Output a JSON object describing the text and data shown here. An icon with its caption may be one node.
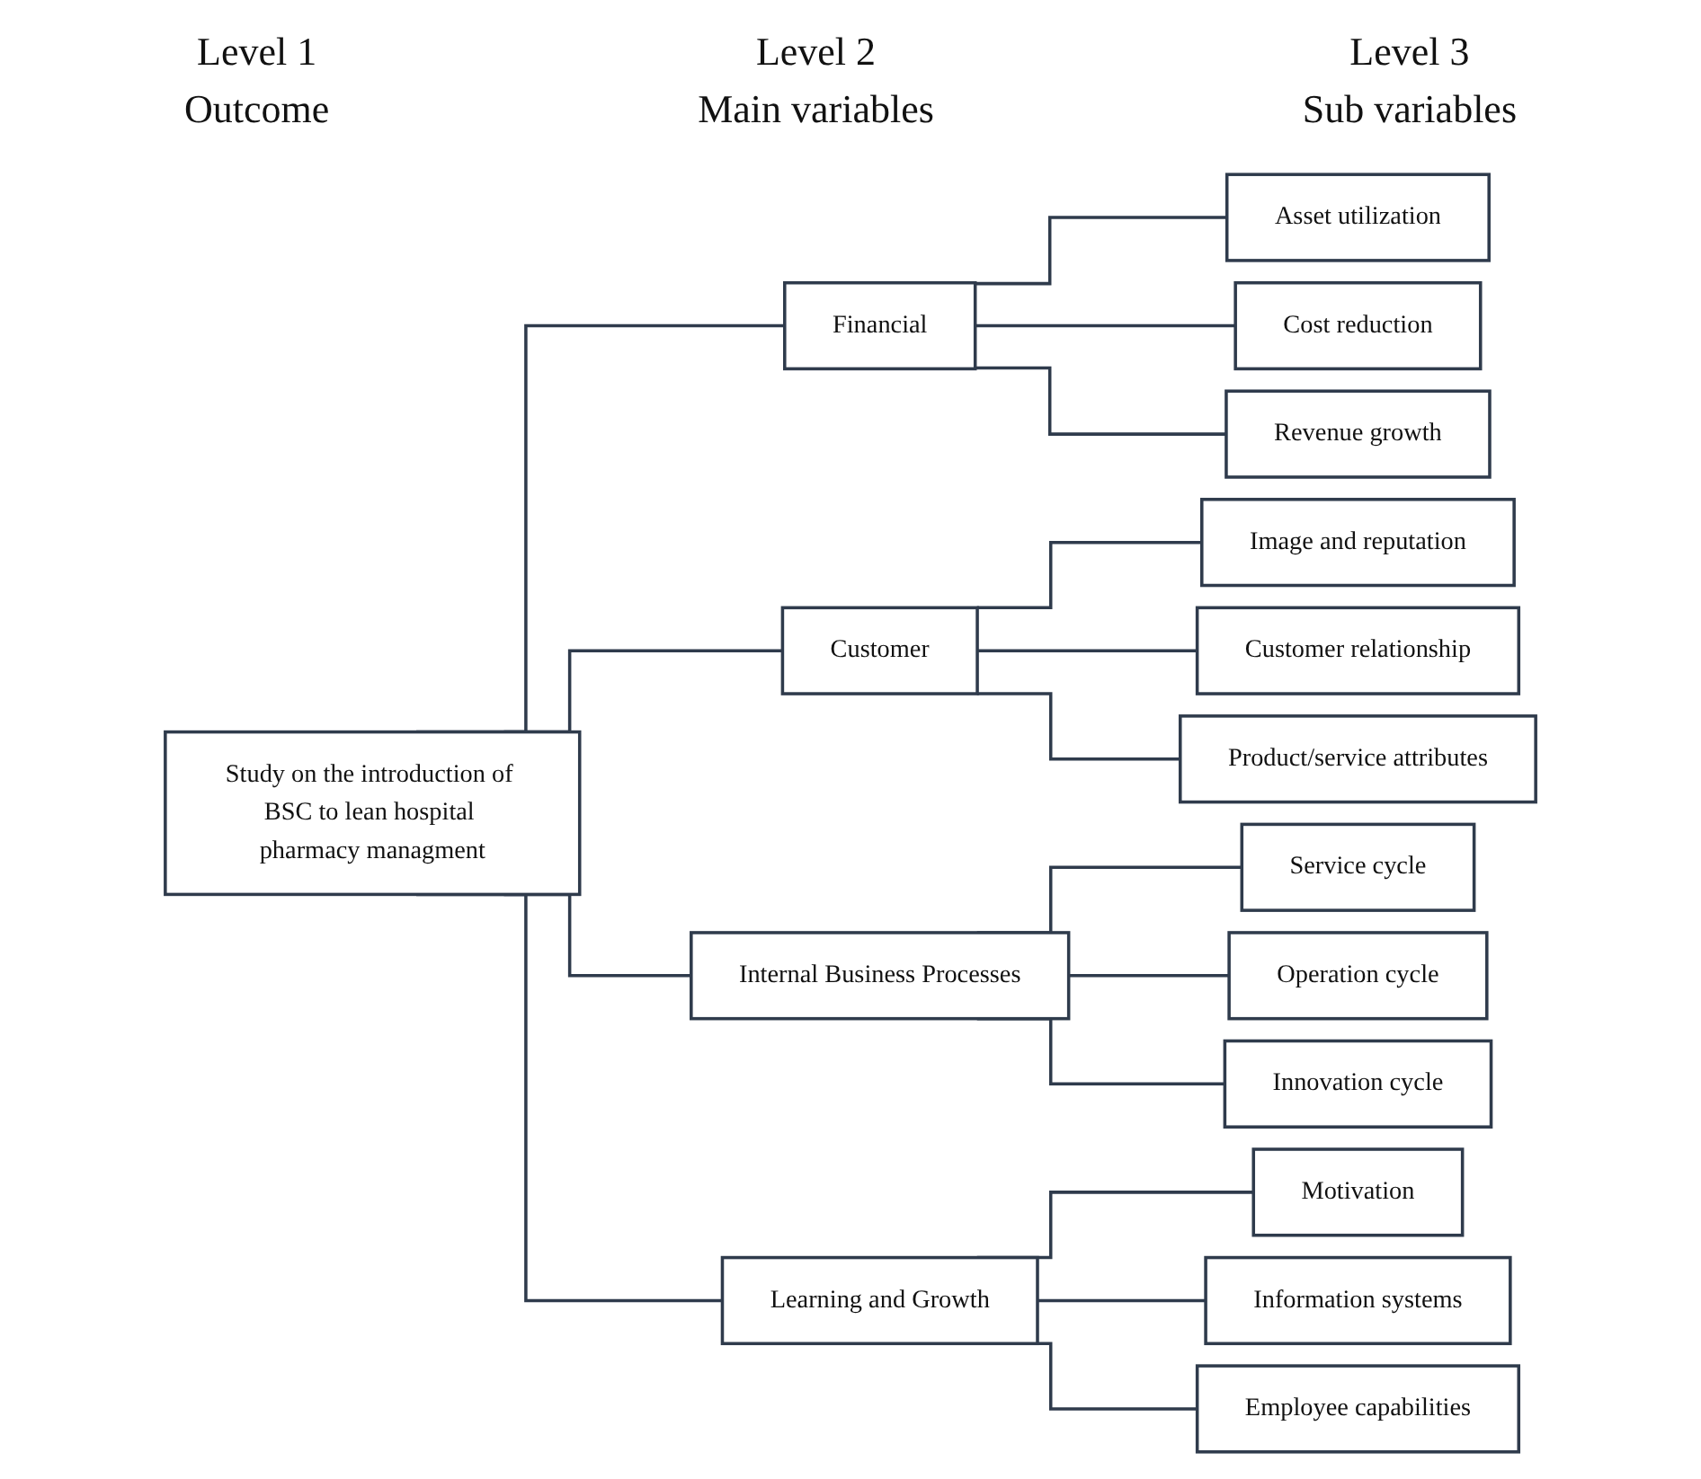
{
  "diagram": {
    "nodes": [
      {
        "text": [
          "Study on the introduction of BSC to lean hospital pharmacy managment"
        ]
      },
      {
        "text": [
          "Financial"
        ]
      },
      {
        "text": [
          "Customer"
        ]
      },
      {
        "text": [
          "Internal Business Processes"
        ]
      },
      {
        "text": [
          "Learning and Growth"
        ]
      },
      {
        "text": [
          "Asset utilization"
        ]
      },
      {
        "text": [
          "Cost reduction"
        ]
      },
      {
        "text": [
          "Revenue growth"
        ]
      },
      {
        "text": [
          "Image and reputation"
        ]
      },
      {
        "text": [
          "Customer relationship"
        ]
      },
      {
        "text": [
          "Product/service attributes"
        ]
      },
      {
        "text": [
          "Service cycle"
        ]
      },
      {
        "text": [
          "Operation cycle"
        ]
      },
      {
        "text": [
          "Innovation cycle"
        ]
      },
      {
        "text": [
          "Motivation"
        ]
      },
      {
        "text": [
          "Information systems"
        ]
      },
      {
        "text": [
          "Employee capabilities"
        ]
      }
    ],
    "edges": [
      {
        "from": 0,
        "to": 1,
        "arrow": "none"
      },
      {
        "from": 0,
        "to": 2,
        "arrow": "none"
      },
      {
        "from": 0,
        "to": 3,
        "arrow": "none"
      },
      {
        "from": 0,
        "to": 4,
        "arrow": "none"
      },
      {
        "from": 1,
        "to": 5,
        "arrow": "none"
      },
      {
        "from": 1,
        "to": 6,
        "arrow": "none"
      },
      {
        "from": 1,
        "to": 7,
        "arrow": "none"
      },
      {
        "from": 2,
        "to": 8,
        "arrow": "none"
      },
      {
        "from": 2,
        "to": 9,
        "arrow": "none"
      },
      {
        "from": 2,
        "to": 10,
        "arrow": "none"
      },
      {
        "from": 3,
        "to": 11,
        "arrow": "none"
      },
      {
        "from": 3,
        "to": 12,
        "arrow": "none"
      },
      {
        "from": 3,
        "to": 13,
        "arrow": "none"
      },
      {
        "from": 4,
        "to": 14,
        "arrow": "none"
      },
      {
        "from": 4,
        "to": 15,
        "arrow": "none"
      },
      {
        "from": 4,
        "to": 16,
        "arrow": "none"
      }
    ],
    "labels": [
      "Level 1",
      "Outcome",
      "Level 2",
      "Main variables",
      "Level 3",
      "Sub variables"
    ]
  }
}
